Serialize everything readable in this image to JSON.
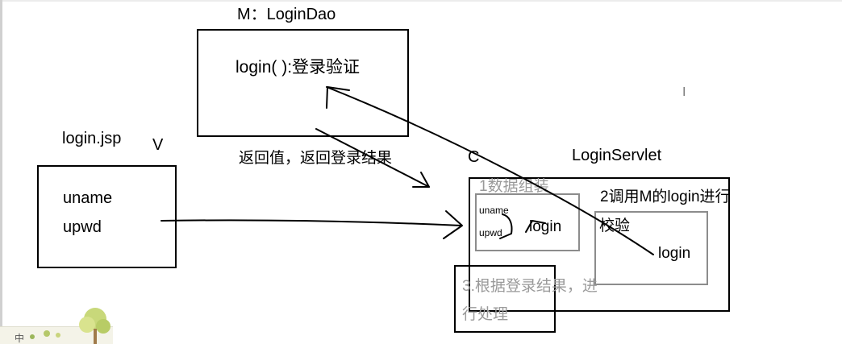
{
  "model": {
    "heading": "M：LoginDao",
    "method": "login(    ):登录验证"
  },
  "return_label": "返回值，返回登录结果",
  "view": {
    "file": "login.jsp",
    "tag": "V",
    "field1": "uname",
    "field2": "upwd"
  },
  "controller": {
    "tag": "C",
    "name": "LoginServlet"
  },
  "step1": {
    "label": "1数据组装",
    "uname": "uname",
    "upwd": "upwd",
    "call": "login"
  },
  "step2": {
    "label_line1": "2调用M的login进行",
    "label_line2": "校验",
    "call": "login"
  },
  "step3": {
    "line1": "3.根据登录结果，进",
    "line2": "行处理"
  },
  "cursor_glyph": "I",
  "taskbar_char": "中"
}
